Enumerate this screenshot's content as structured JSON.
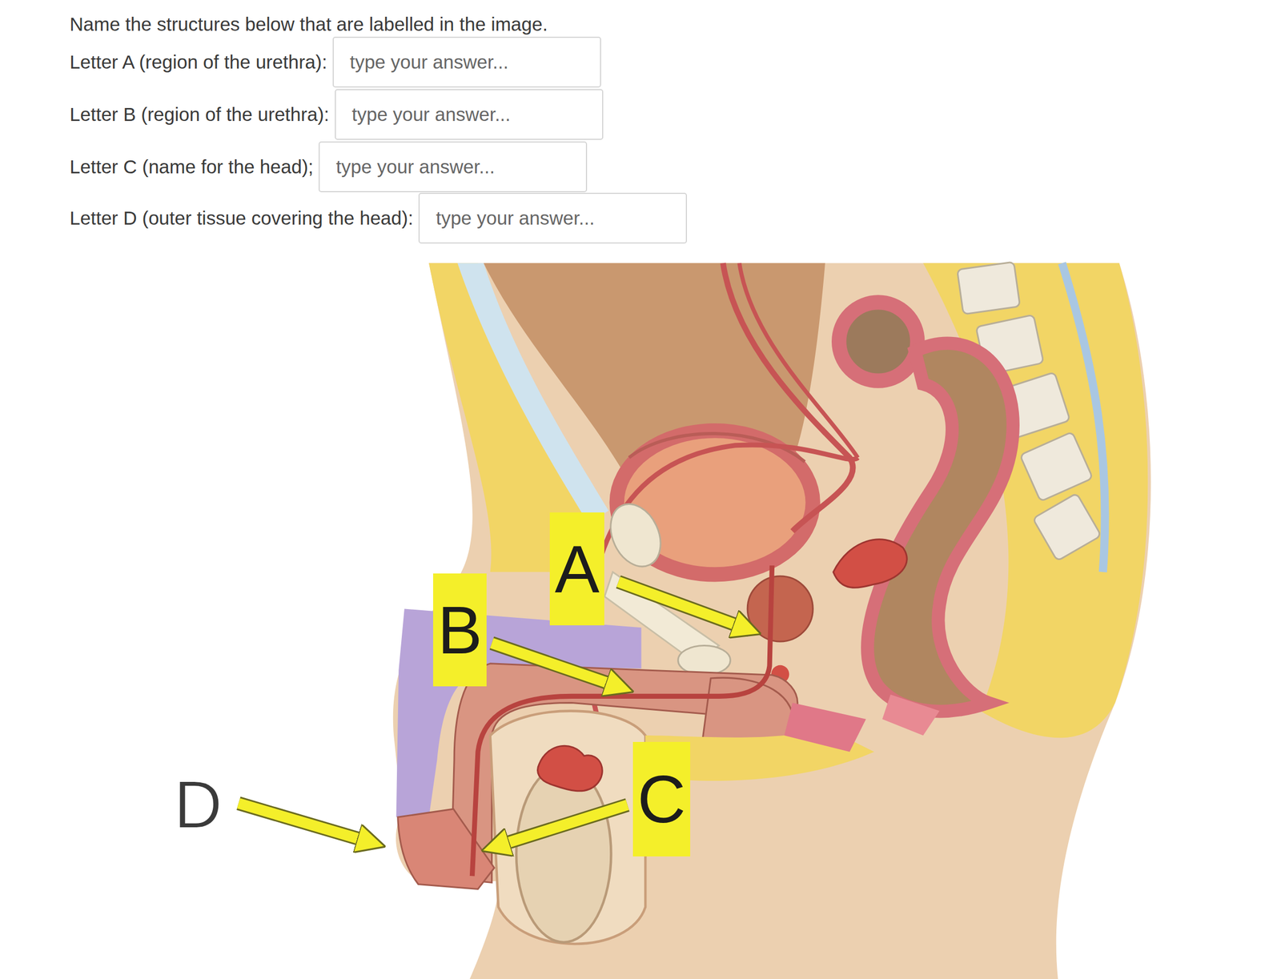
{
  "diagram": {
    "title": "Name the structures below that are labelled in the image.",
    "nodes": [
      {
        "text": [
          "Letter A (region of the urethra):",
          "type your answer..."
        ]
      },
      {
        "text": [
          "Letter B (region of the urethra):",
          "type your answer..."
        ]
      },
      {
        "text": [
          "Letter C (name for the head);",
          "type your answer..."
        ]
      },
      {
        "text": [
          "Letter D (outer tissue covering the head):",
          "type your answer..."
        ]
      },
      {
        "text": [
          "A"
        ]
      },
      {
        "text": [
          "B"
        ]
      },
      {
        "text": [
          "C"
        ]
      }
    ],
    "labels": [
      "D"
    ]
  }
}
